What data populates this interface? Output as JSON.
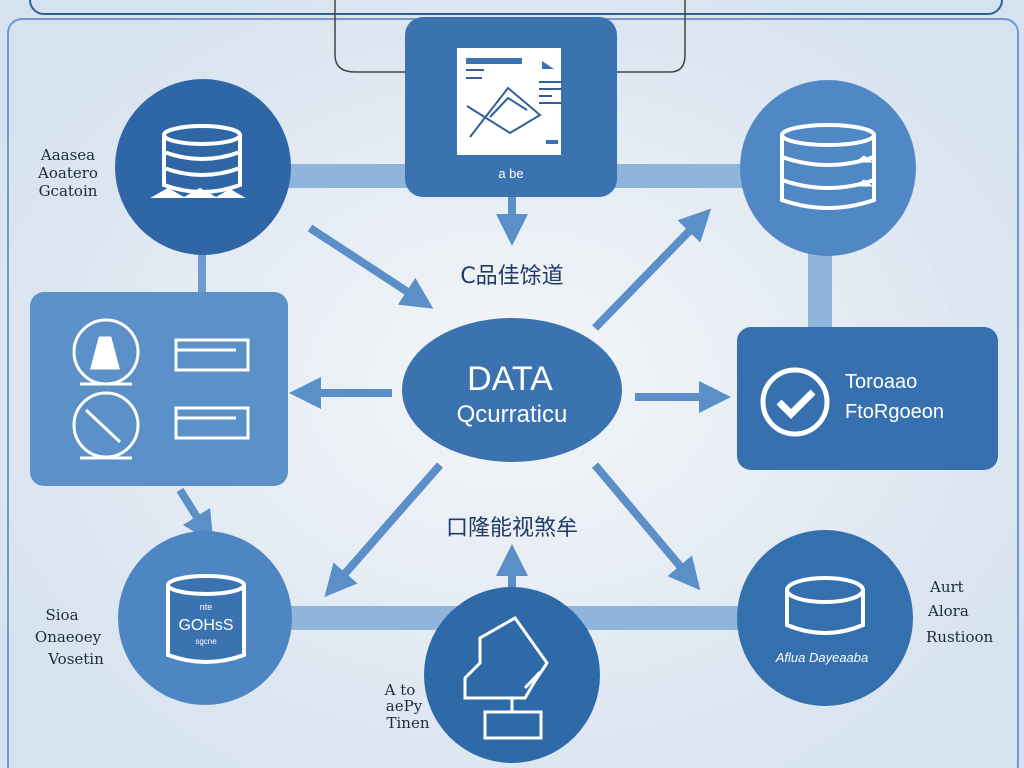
{
  "title": {
    "line1": "DATA",
    "line2": "Qcurraticu"
  },
  "top_caption": "C品佳馀道",
  "bottom_caption": "口隆能视煞牟",
  "nodes": {
    "top_doc": {
      "caption": "a be"
    },
    "top_left_db": {
      "label": [
        "Aaasea",
        "Aoatero",
        "Gcatoin"
      ]
    },
    "right_check": {
      "line1": "Toroaao",
      "line2": "FtoRgoeon"
    },
    "bottom_left_cylinder": {
      "small_top": "nte",
      "main": "GOHsS",
      "small_bottom": "sgcne",
      "label": [
        "Sioa",
        "Onaeoey",
        "Vosetin"
      ]
    },
    "bottom_center": {
      "label": [
        "A to",
        "aePy",
        "Tinen"
      ]
    },
    "bottom_right_db": {
      "caption": "Aflua Dayeaaba",
      "label": [
        "Aurt",
        "Alora",
        "Rustioon"
      ]
    }
  },
  "colors": {
    "dark": "#2f69a8",
    "mid": "#4d87c3",
    "light": "#8fb5dd",
    "bg": "#e8edf3"
  }
}
